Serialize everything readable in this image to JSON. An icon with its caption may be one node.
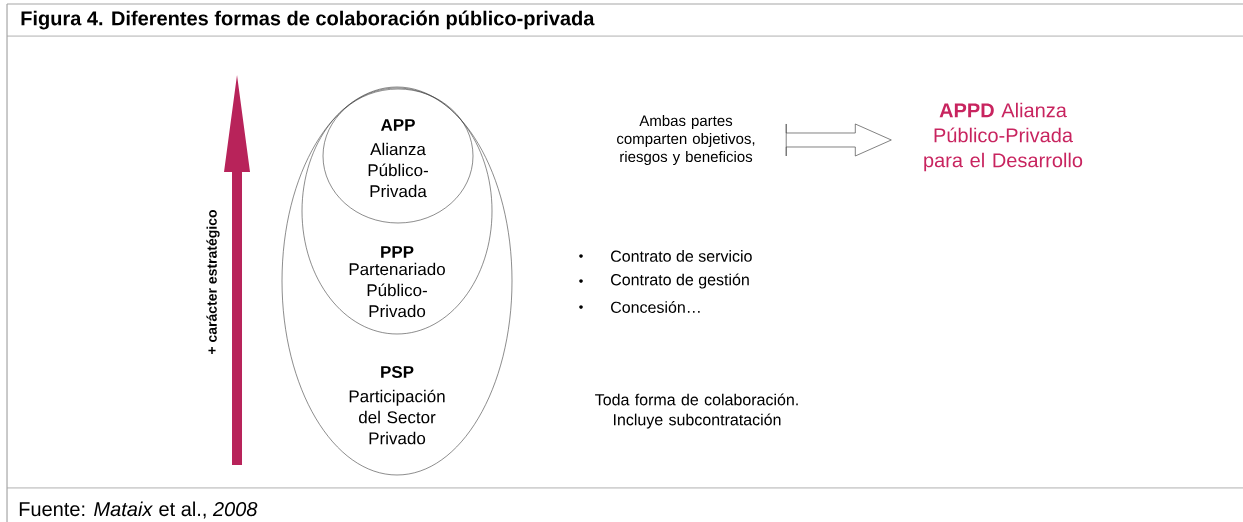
{
  "diagram": {
    "title": "Figura 4. Diferentes formas de colaboración público-privada",
    "caption": "Fuente: *Mataix* et al., *2008*",
    "nodes": [
      {
        "text": [
          "PSP",
          "Participación del Sector Privado"
        ]
      },
      {
        "text": [
          "PPP",
          "Partenariado Público-Privado"
        ],
        "in": 0
      },
      {
        "text": [
          "APP",
          "Alianza Público-Privada"
        ],
        "in": 1
      },
      {
        "text": [
          "Ambas partes comparten objetivos, riesgos y beneficios"
        ]
      },
      {
        "text": [
          "**APPD** Alianza Público-Privada para el Desarrollo"
        ]
      }
    ],
    "edges": [
      {
        "from": 3,
        "to": 4,
        "arrow": "to"
      }
    ],
    "labels": [
      "+ carácter estratégico",
      "Contrato de servicio",
      "Contrato de gestión",
      "Concesión…",
      "Toda forma de colaboración. Incluye subcontratación"
    ]
  }
}
